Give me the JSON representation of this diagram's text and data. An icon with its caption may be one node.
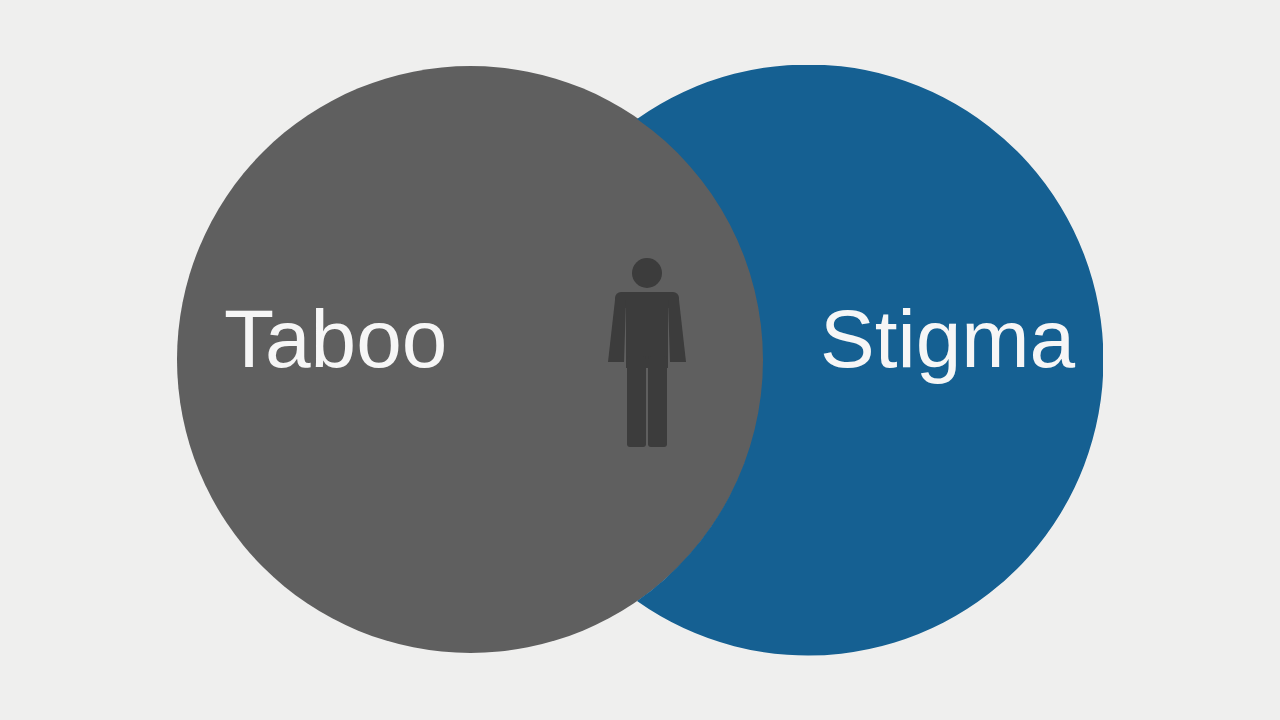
{
  "diagram": {
    "nodes": [
      {
        "text": [
          "Taboo"
        ]
      },
      {
        "text": [
          "Stigma"
        ]
      },
      {
        "text": [],
        "shape": "person",
        "in": 0
      }
    ]
  }
}
